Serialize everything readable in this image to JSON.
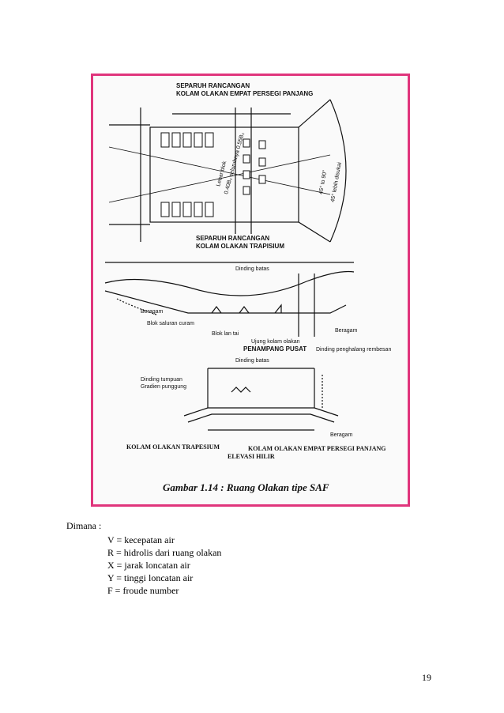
{
  "figure": {
    "plan_top_title_1": "SEPARUH RANCANGAN",
    "plan_top_title_2": "KOLAM OLAKAN EMPAT PERSEGI PANJANG",
    "plan_bottom_title_1": "SEPARUH RANCANGAN",
    "plan_bottom_title_2": "KOLAM OLAKAN TRAPISIUM",
    "lebar_blok": "Lebar blok",
    "lebar_blok_formula": "0.40B₃ seluruhnya 0.55B₃",
    "angle_note_1": "45° to 90°",
    "angle_note_2": "45° lebih disukai",
    "dinding_batas": "Dinding batas",
    "beragam": "Beragam",
    "blok_saluran_curam": "Blok saluran curam",
    "blok_lantai": "Blok lan tai",
    "ujung_kolam": "Ujung kolam olakan",
    "penampang_pusat": "PENAMPANG PUSAT",
    "dinding_penghalang": "Dinding penghalang rembesan",
    "dinding_batas_2": "Dinding batas",
    "dinding_tumpuan": "Dinding tumpuan",
    "gradien_punggung": "Gradien punggung",
    "beragam_2": "Beragam",
    "kolam_trapesium": "KOLAM OLAKAN TRAPESIUM",
    "kolam_persegi": "KOLAM OLAKAN EMPAT PERSEGI PANJANG",
    "elevasi_hilir": "ELEVASI HILIR",
    "caption": "Gambar 1.14 : Ruang Olakan tipe SAF"
  },
  "legend": {
    "heading": "Dimana :",
    "items": [
      "V = kecepatan air",
      "R = hidrolis dari ruang olakan",
      "X = jarak loncatan air",
      "Y = tinggi loncatan air",
      "F = froude number"
    ]
  },
  "page_number": "19"
}
